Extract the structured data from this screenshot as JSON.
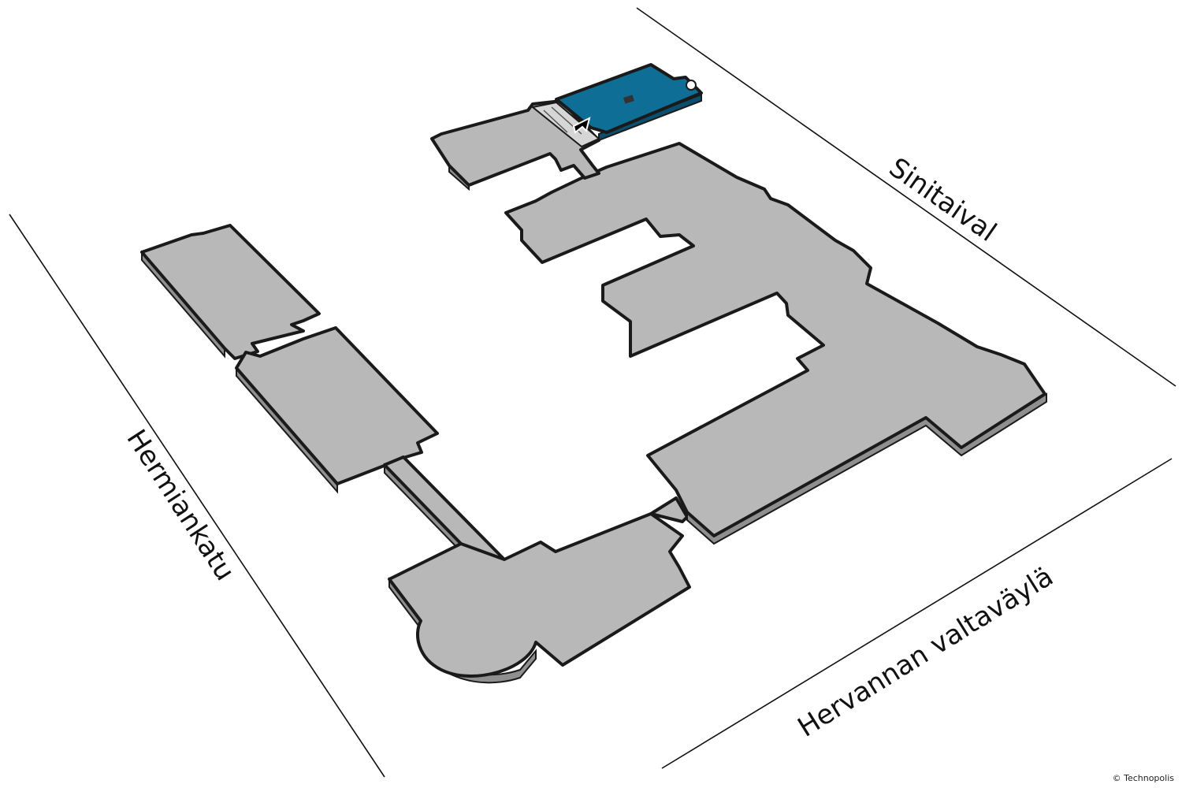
{
  "streets": [
    {
      "id": "sinitaival",
      "name": "Sinitaival"
    },
    {
      "id": "hermiankatu",
      "name": "Hermiankatu"
    },
    {
      "id": "hervannan-valtavayla",
      "name": "Hervannan valtaväylä"
    }
  ],
  "copyright": "© Technopolis",
  "colors": {
    "floor": "#b8b8b8",
    "wall_side": "#8f8f8f",
    "outline": "#1a1a1a",
    "highlight": "#0f6e96",
    "highlight_side": "#0a4f6d",
    "street_line": "#111111"
  },
  "icons": {
    "entrance": "entrance-arrow-icon",
    "stairs": "stairs-icon",
    "elevator": "elevator-icon"
  }
}
